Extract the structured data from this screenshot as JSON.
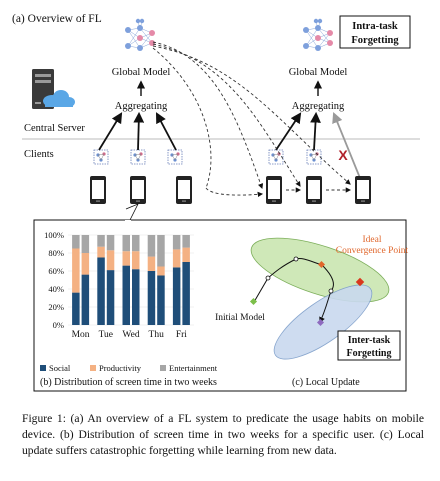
{
  "overview": {
    "label": "(a) Overview of FL",
    "intra_task_badge": [
      "Intra-task",
      "Forgetting"
    ],
    "global_model_left": "Global Model",
    "aggregating_left": "Aggregating",
    "global_model_right": "Global Model",
    "aggregating_right": "Aggregating",
    "central_server_label": "Central Server",
    "clients_label": "Clients",
    "failure_mark": "X"
  },
  "panel_b": {
    "label": "(b) Distribution of screen time in two weeks",
    "chart_data": {
      "type": "bar",
      "stacked": true,
      "categories": [
        "Mon",
        "Tue",
        "Wed",
        "Thu",
        "Fri"
      ],
      "bars_per_category": 2,
      "ylim": [
        0,
        100
      ],
      "yticks": [
        "0%",
        "20%",
        "40%",
        "60%",
        "80%",
        "100%"
      ],
      "series": [
        {
          "name": "Social",
          "color": "#1f4e79",
          "values": [
            36,
            56,
            75,
            61,
            66,
            62,
            60,
            55,
            64,
            70
          ]
        },
        {
          "name": "Productivity",
          "color": "#f4b183",
          "values": [
            49,
            24,
            12,
            22,
            16,
            20,
            16,
            10,
            20,
            16
          ]
        },
        {
          "name": "Entertainment",
          "color": "#a6a6a6",
          "values": [
            15,
            20,
            13,
            17,
            18,
            18,
            24,
            35,
            16,
            14
          ]
        }
      ],
      "legend": "bottom"
    }
  },
  "panel_c": {
    "label": "(c) Local Update",
    "ideal_label": [
      "Ideal",
      "Convergence Point"
    ],
    "initial_model_label": "Initial Model",
    "inter_task_badge": [
      "Inter-task",
      "Forgetting"
    ]
  },
  "caption": "Figure 1: (a) An overview of a FL system to predicate the usage habits on mobile device. (b) Distribution of screen time in two weeks for a specific user. (c) Local update suffers catastrophic forgetting while learning from new data.",
  "colors": {
    "social": "#1f4e79",
    "productivity": "#f4b183",
    "entertainment": "#a6a6a6",
    "ellipse_green": "#cfe8b8",
    "ellipse_blue": "#c9d9ef",
    "ideal_point": "#e0662b",
    "failure": "#b0202a"
  }
}
